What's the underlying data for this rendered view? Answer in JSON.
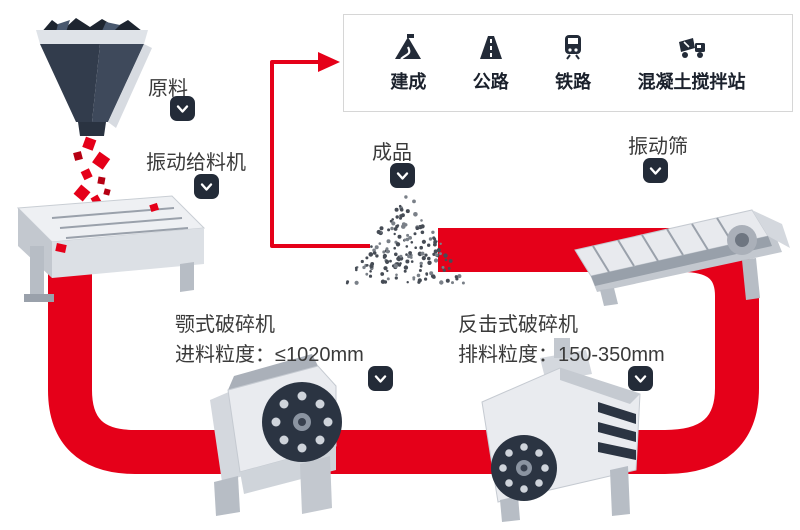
{
  "palette": {
    "red": "#e50019",
    "navy": "#232b38",
    "text": "#3a3a3a",
    "machine_light": "#e9ebef",
    "machine_mid": "#d2d6db",
    "machine_dark": "#b7bdc5",
    "dot": "#464c55",
    "box_border": "#d6d6d6"
  },
  "applications": {
    "items": [
      {
        "label": "建成",
        "icon": "built-road-icon"
      },
      {
        "label": "公路",
        "icon": "highway-icon"
      },
      {
        "label": "铁路",
        "icon": "railway-icon"
      },
      {
        "label": "混凝土搅拌站",
        "icon": "concrete-mixing-plant-icon"
      }
    ]
  },
  "labels": {
    "raw_material": "原料",
    "vibrating_feeder": "振动给料机",
    "finished_product": "成品",
    "vibrating_screen": "振动筛"
  },
  "jaw_crusher": {
    "title": "颚式破碎机",
    "spec": "进料粒度：≤1020mm"
  },
  "impact_crusher": {
    "title": "反击式破碎机",
    "spec": "排料粒度：150-350mm"
  }
}
